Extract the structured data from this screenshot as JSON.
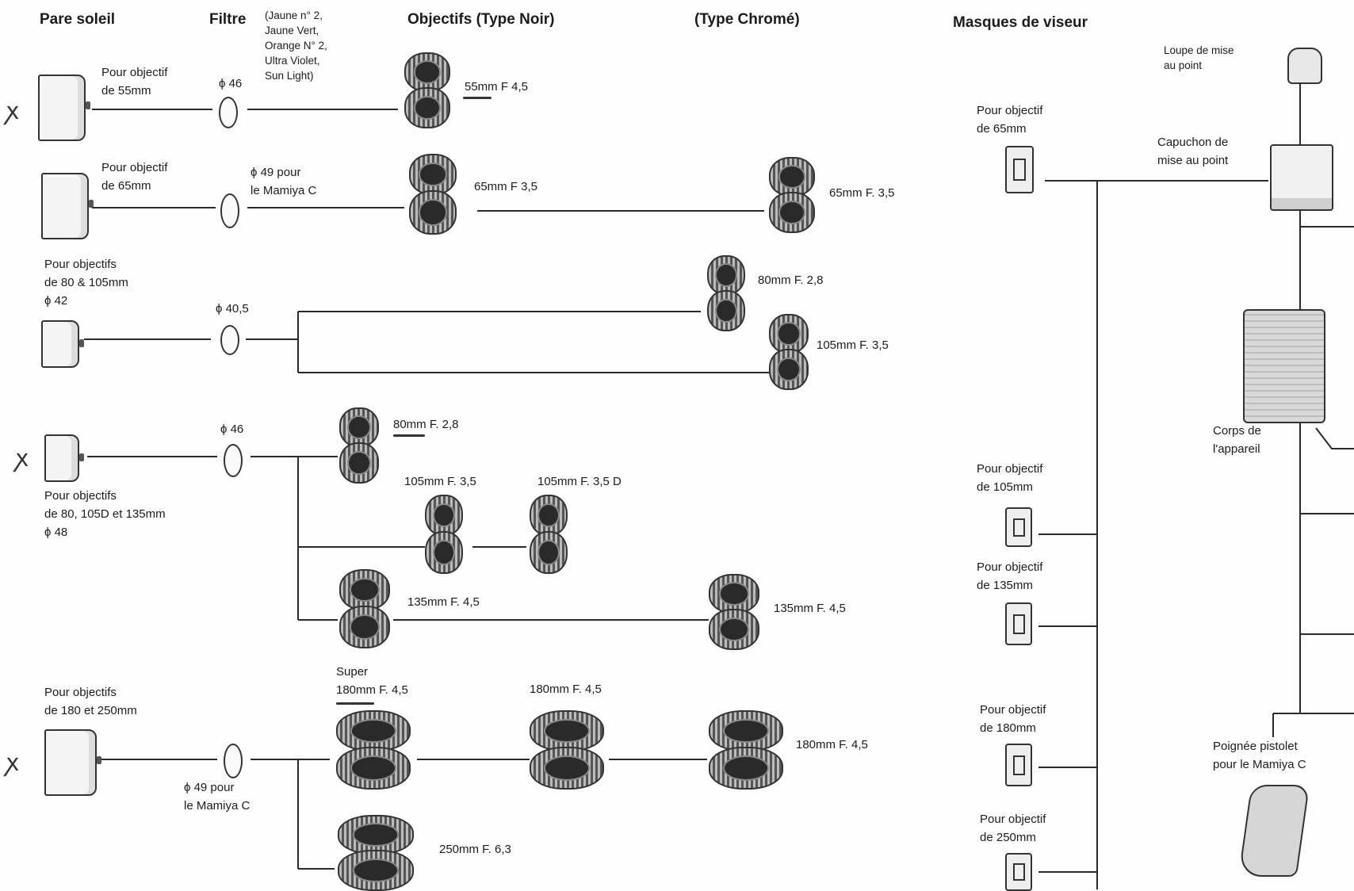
{
  "headers": {
    "pare_soleil": "Pare soleil",
    "filtre": "Filtre",
    "filtre_note": [
      "(Jaune n° 2,",
      "Jaune Vert,",
      "Orange N° 2,",
      "Ultra Violet,",
      "Sun Light)"
    ],
    "objectifs_noir": "Objectifs (Type Noir)",
    "type_chrome": "(Type Chromé)",
    "masques": "Masques de viseur"
  },
  "hoods": {
    "h55": [
      "Pour objectif",
      "de 55mm"
    ],
    "h65": [
      "Pour objectif",
      "de 65mm"
    ],
    "h80_105": [
      "Pour objectifs",
      "de 80 & 105mm",
      "ϕ 42"
    ],
    "h80_135": [
      "Pour objectifs",
      "de 80, 105D et 135mm",
      "ϕ 48"
    ],
    "h180_250": [
      "Pour objectifs",
      "de 180 et 250mm"
    ]
  },
  "filters": {
    "f1": "ϕ 46",
    "f2": [
      "ϕ 49 pour",
      "le Mamiya C"
    ],
    "f3": "ϕ 40,5",
    "f4": "ϕ 46",
    "f5": [
      "ϕ 49 pour",
      "le Mamiya C"
    ]
  },
  "lenses": {
    "l55": "55mm F 4,5",
    "l65_noir": "65mm F 3,5",
    "l65_chrome": "65mm F. 3,5",
    "l80_chrome": "80mm F. 2,8",
    "l105_chrome": "105mm F. 3,5",
    "l80_noir": "80mm F. 2,8",
    "l105_noir": "105mm F. 3,5",
    "l105d": "105mm F. 3,5 D",
    "l135_noir": "135mm F. 4,5",
    "l135_chrome": "135mm F. 4,5",
    "lsuper180": [
      "Super",
      "180mm F.  4,5"
    ],
    "l180_mid": "180mm F. 4,5",
    "l180_chrome": "180mm F. 4,5",
    "l250": "250mm F. 6,3"
  },
  "masks": {
    "m65": [
      "Pour objectif",
      "de 65mm"
    ],
    "m105": [
      "Pour objectif",
      "de 105mm"
    ],
    "m135": [
      "Pour objectif",
      "de 135mm"
    ],
    "m180": [
      "Pour objectif",
      "de 180mm"
    ],
    "m250": [
      "Pour objectif",
      "de 250mm"
    ]
  },
  "body_parts": {
    "loupe": [
      "Loupe de mise",
      "au point"
    ],
    "capuchon": [
      "Capuchon de",
      "mise au point"
    ],
    "corps": [
      "Corps de",
      "l'appareil"
    ],
    "poignee": [
      "Poignée pistolet",
      "pour le Mamiya C"
    ]
  }
}
